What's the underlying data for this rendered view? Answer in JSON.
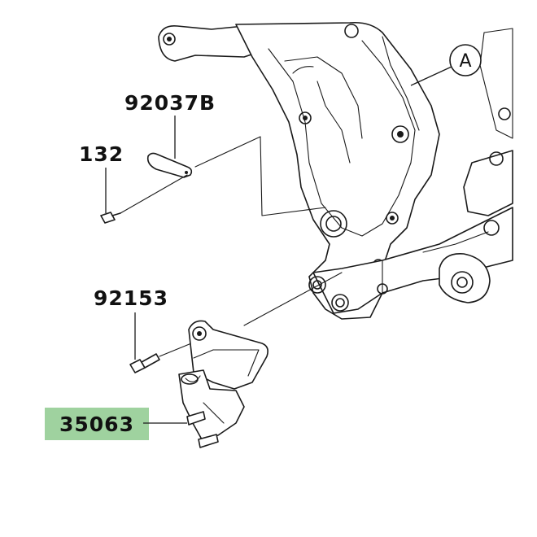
{
  "labels": {
    "part_92037B": "92037B",
    "part_132": "132",
    "part_92153": "92153",
    "part_35063": "35063",
    "callout_A": "A"
  },
  "colors": {
    "highlight": "#9fd29f",
    "ink": "#1a1a1a",
    "background": "#ffffff"
  }
}
